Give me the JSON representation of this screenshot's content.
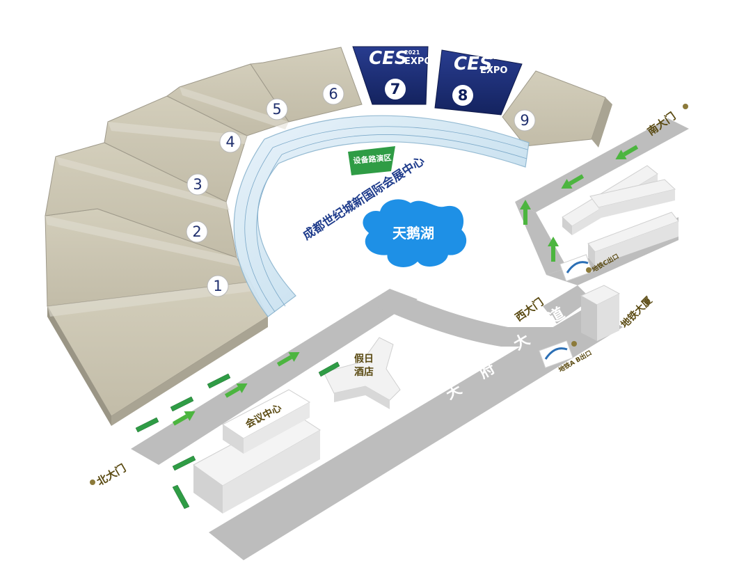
{
  "map": {
    "halls": [
      {
        "number": "1"
      },
      {
        "number": "2"
      },
      {
        "number": "3"
      },
      {
        "number": "4"
      },
      {
        "number": "5"
      },
      {
        "number": "6"
      },
      {
        "number": "7"
      },
      {
        "number": "8"
      },
      {
        "number": "9"
      }
    ],
    "expo_logo": {
      "brand": "CES",
      "year": "2021",
      "word": "EXPO"
    },
    "center_name": "成都世纪城新国际会展中心",
    "lake": "天鹅湖",
    "demo_area": "设备路演区",
    "road": {
      "chars": [
        "天",
        "府",
        "大",
        "道"
      ]
    },
    "gates": {
      "north": "北大门",
      "west": "西大门",
      "south": "南大门"
    },
    "buildings": {
      "conference_center": "会议中心",
      "holiday_hotel_line1": "假日",
      "holiday_hotel_line2": "酒店",
      "metro_building": "地铁大厦"
    },
    "metro_exits": {
      "exit_c": "地铁C出口",
      "exit_ab": "地铁A B出口"
    },
    "colors": {
      "hall": "#c7c1ad",
      "hall_dark": "#a9a493",
      "expo_blue": "#1b2d79",
      "road": "#bdbdbd",
      "lake": "#1e90e6",
      "demo_green": "#2f9c45",
      "arrow_green": "#4cb53f",
      "gate_label": "#5a4a12",
      "glass": "#cfe5f2"
    }
  }
}
